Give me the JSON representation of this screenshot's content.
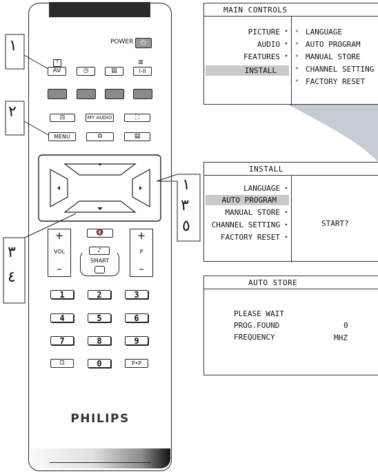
{
  "remote": {
    "power_label": "POWER",
    "av_label": "AV",
    "dual_label": "I-II",
    "my_audio_label": "MY AUDIO",
    "menu_label": "MENU",
    "vol_label": "VOL",
    "p_label": "P",
    "smart_label": "SMART",
    "plus": "+",
    "minus": "–",
    "digits": [
      "1",
      "2",
      "3",
      "4",
      "5",
      "6",
      "7",
      "8",
      "9",
      "0"
    ],
    "pp_label": "P•P",
    "brand": "PHILIPS",
    "colors": {
      "color_keys": "#8a8a8a",
      "top_bar": "#2b2b2b"
    },
    "icons": [
      "power-icon",
      "help-icon",
      "timer-icon",
      "teletext-icon",
      "teletext-mix-icon",
      "format-icon",
      "zoom-icon",
      "window-icon",
      "text-icon",
      "up-arrow-icon",
      "down-arrow-icon",
      "left-arrow-icon",
      "right-arrow-icon",
      "mute-icon",
      "music-note-icon",
      "smart-square-icon",
      "info-icon"
    ]
  },
  "callouts": {
    "one": "١",
    "two": "٢",
    "right_group": [
      "١",
      "٣",
      "٥"
    ],
    "left_group": [
      "٣",
      "٤"
    ]
  },
  "main_controls": {
    "title": "MAIN CONTROLS",
    "items": [
      "PICTURE",
      "AUDIO",
      "FEATURES",
      "INSTALL"
    ],
    "submenu": [
      "LANGUAGE",
      "AUTO PROGRAM",
      "MANUAL STORE",
      "CHANNEL SETTING",
      "FACTORY RESET"
    ],
    "selected": "INSTALL"
  },
  "install": {
    "title": "INSTALL",
    "items": [
      "LANGUAGE",
      "AUTO PROGRAM",
      "MANUAL STORE",
      "CHANNEL SETTING",
      "FACTORY RESET"
    ],
    "selected": "AUTO PROGRAM",
    "prompt": "START?"
  },
  "auto_store": {
    "title": "AUTO STORE",
    "line1": "PLEASE WAIT",
    "prog_found_label": "PROG.FOUND",
    "prog_found_value": "0",
    "frequency_label": "FREQUENCY",
    "frequency_unit": "MHZ"
  }
}
